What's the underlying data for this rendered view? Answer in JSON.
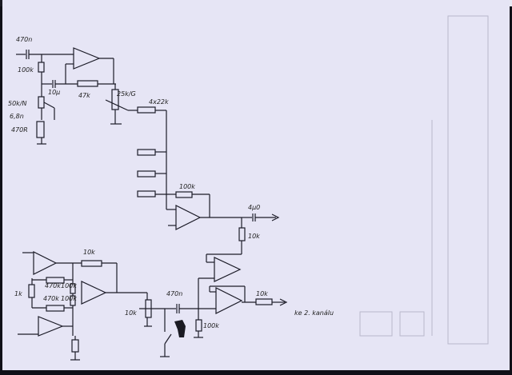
{
  "title": "Hand-drawn audio preamp schematic",
  "labels": {
    "c_in": "470n",
    "r_bias": "100k",
    "c_fb": "10μ",
    "r_fb": "47k",
    "pot_vol": "25k/G",
    "pot_tone": "50k/N",
    "c_tone": "6,8n",
    "r_tone": "470R",
    "r_mix": "4x22k",
    "r_mix_fb": "100k",
    "c_out": "4μ0",
    "r_out_top": "10k",
    "r_diff_out": "10k",
    "r_diff1": "470k",
    "r_diff1b": "100k",
    "r_diff2": "470k",
    "r_diff2b": "100k",
    "r_gain": "1k",
    "pot_bal": "10k",
    "c_coup": "470n",
    "r_coup": "100k",
    "r_final": "10k",
    "out_note": "ke 2. kanálu"
  }
}
